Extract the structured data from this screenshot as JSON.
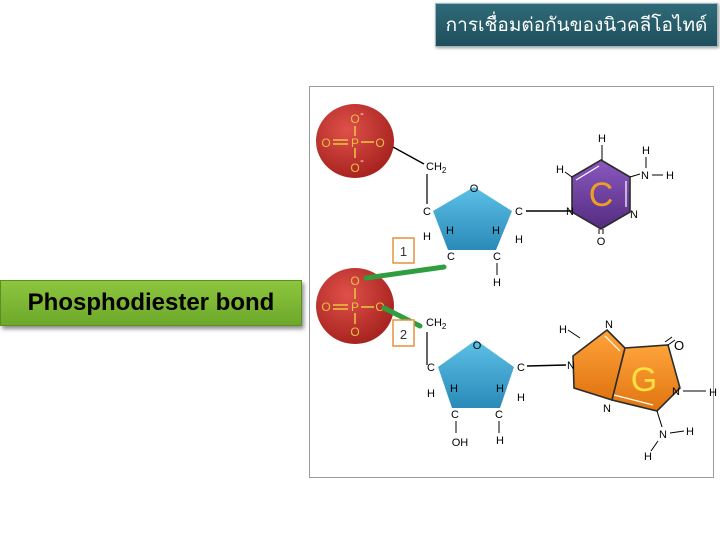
{
  "title": "การเชื่อมต่อกันของนิวคลีโอไทด์",
  "bond_label": "Phosphodiester bond",
  "colors": {
    "banner": "#2a6070",
    "bond_label_bg": "#7ab835",
    "phosphate": "#c0302c",
    "sugar": "#3aa3cf",
    "cytosine": "#6a3a9a",
    "guanine": "#f08a1c",
    "bond_line": "#2e9e3e",
    "atom_text": "#d09a1a"
  },
  "markers": [
    "1",
    "2"
  ],
  "phosphate": {
    "oxygen": "O",
    "phosphorus": "P",
    "minus": "-"
  },
  "sugar_atoms": {
    "ring_oxygen": "O",
    "carbon": "C",
    "hydrogen": "H",
    "ch2": "CH",
    "ch2_sub": "2",
    "hydroxyl": "OH"
  },
  "bases": {
    "cytosine": {
      "letter": "C",
      "nitrogen": "N",
      "hydrogen": "H",
      "oxygen": "O"
    },
    "guanine": {
      "letter": "G",
      "nitrogen": "N",
      "hydrogen": "H",
      "oxygen": "O"
    }
  }
}
